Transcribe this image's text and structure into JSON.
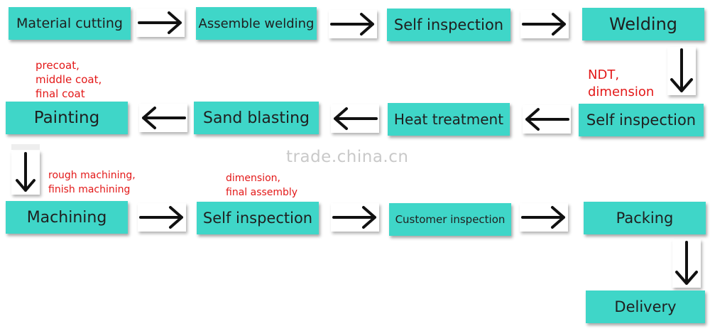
{
  "steps": {
    "material_cutting": "Material cutting",
    "assemble_welding": "Assemble welding",
    "self_inspection_1": "Self inspection",
    "welding": "Welding",
    "self_inspection_2": "Self inspection",
    "heat_treatment": "Heat treatment",
    "sand_blasting": "Sand blasting",
    "painting": "Painting",
    "machining": "Machining",
    "self_inspection_3": "Self inspection",
    "customer_inspection": "Customer inspection",
    "packing": "Packing",
    "delivery": "Delivery"
  },
  "notes": {
    "painting": [
      "precoat,",
      "middle coat,",
      "final coat"
    ],
    "self_inspection_2": [
      "NDT,",
      "dimension"
    ],
    "machining": [
      "rough machining,",
      "finish machining"
    ],
    "self_inspection_3": [
      "dimension,",
      "final assembly"
    ]
  },
  "watermark": "trade.china.cn",
  "colors": {
    "box_fill": "#3fd6c8",
    "note_text": "#e31818",
    "arrow": "#111111"
  },
  "icons": {
    "right": "arrow-right-icon",
    "left": "arrow-left-icon",
    "down": "arrow-down-icon"
  }
}
